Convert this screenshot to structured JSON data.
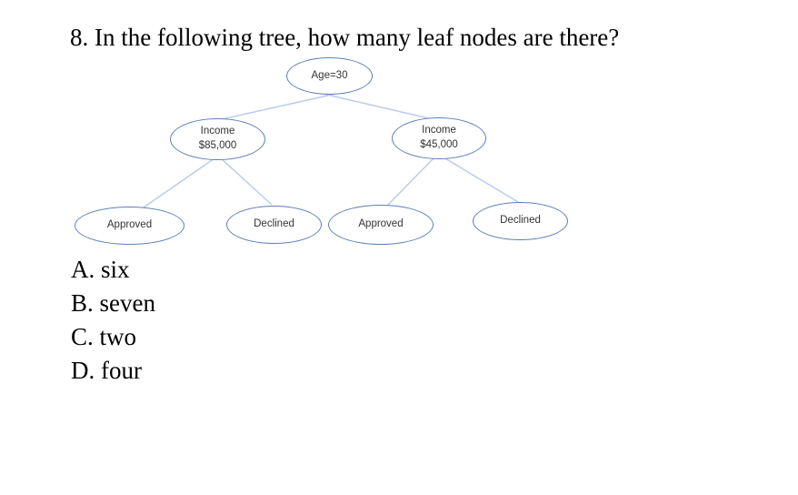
{
  "question": "8. In the following tree, how many leaf nodes are there?",
  "tree": {
    "root": {
      "label": "Age=30"
    },
    "children": [
      {
        "label": "Income\n$85,000"
      },
      {
        "label": "Income\n$45,000"
      }
    ],
    "leaves": [
      {
        "label": "Approved"
      },
      {
        "label": "Declined"
      },
      {
        "label": "Approved"
      },
      {
        "label": "Declined"
      }
    ]
  },
  "options": [
    "A. six",
    "B. seven",
    "C. two",
    "D. four"
  ],
  "colors": {
    "node_stroke": "#5c80b8",
    "edge_line": "#b9cde9",
    "node_text": "#333333",
    "body_text": "#000000",
    "background": "#ffffff"
  }
}
